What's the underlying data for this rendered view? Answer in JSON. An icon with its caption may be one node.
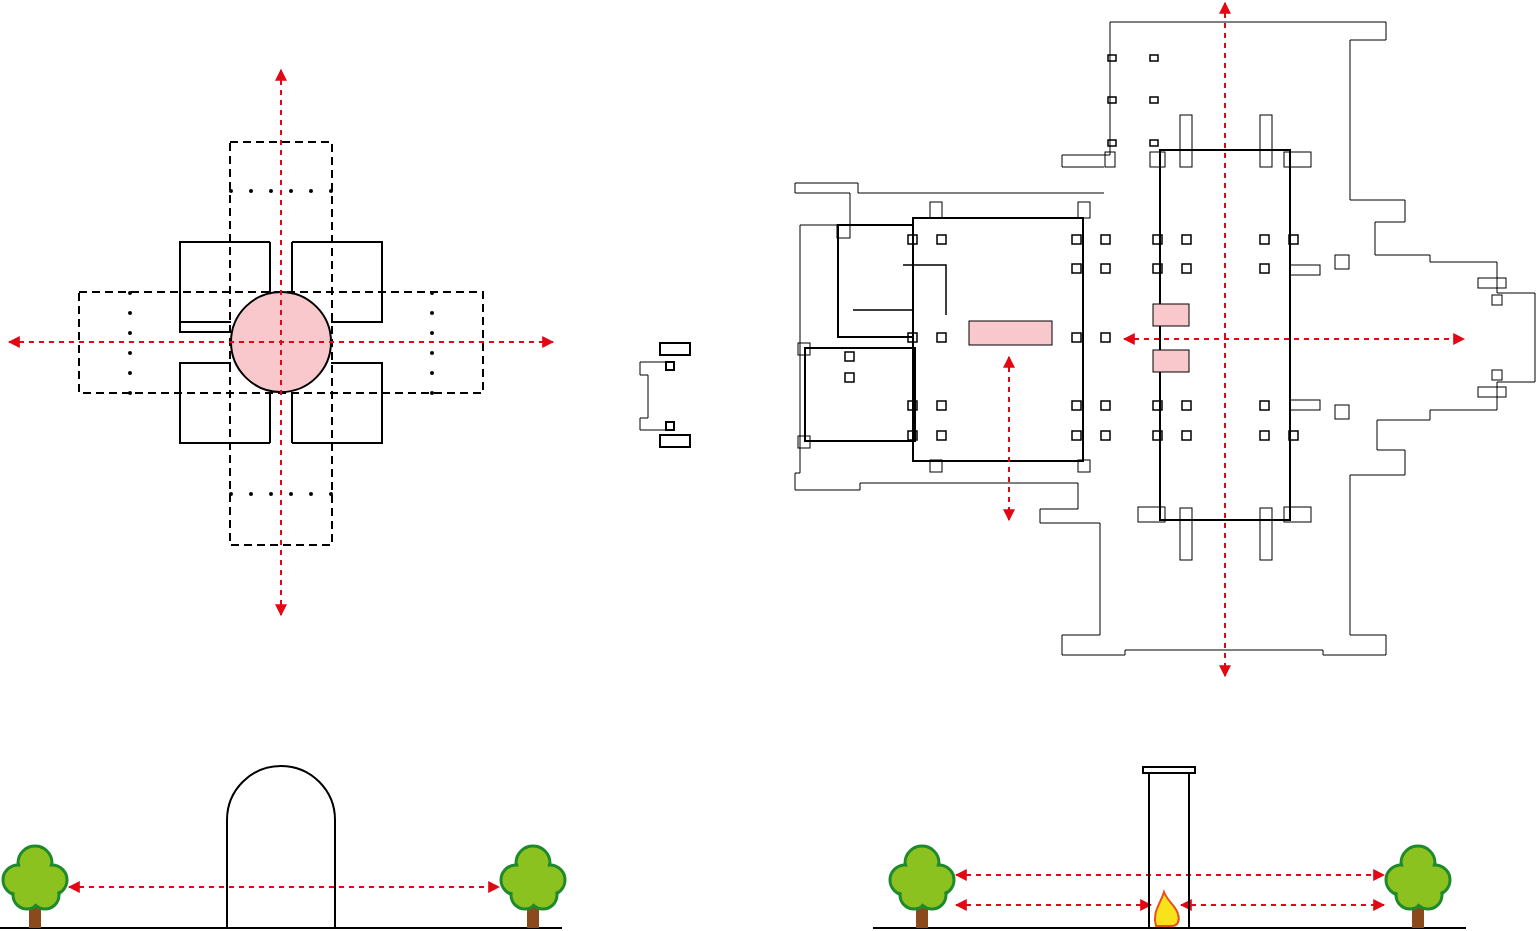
{
  "diagram": {
    "nodes": [
      {
        "text": [],
        "shape": "picture"
      },
      {
        "text": [],
        "shape": "picture"
      },
      {
        "text": [],
        "shape": "picture"
      },
      {
        "text": [],
        "shape": "picture"
      },
      {
        "text": [],
        "shape": "picture"
      }
    ],
    "edges": [
      {
        "from": 0,
        "to": 1,
        "arrow": "both"
      },
      {
        "from": 2,
        "to": 4,
        "arrow": "both"
      },
      {
        "from": 2,
        "to": 3,
        "arrow": "both"
      },
      {
        "from": 3,
        "to": 4,
        "arrow": "both"
      }
    ]
  }
}
